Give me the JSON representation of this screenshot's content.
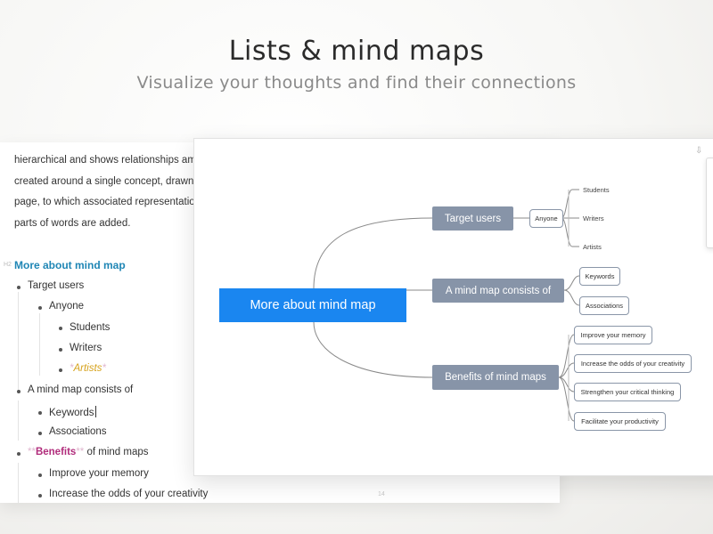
{
  "hero": {
    "title": "Lists & mind maps",
    "subtitle": "Visualize your thoughts and find their connections"
  },
  "editor": {
    "paragraph": [
      "hierarchical and shows relationships amor",
      "created around a single concept, drawn as",
      "page, to which associated representations",
      "parts of words are added."
    ],
    "heading_marker": "H2",
    "heading": "More about mind map",
    "outline": {
      "target_users": "Target users",
      "anyone": "Anyone",
      "students": "Students",
      "writers": "Writers",
      "artists_marker": "*",
      "artists": "Artists",
      "consists": "A mind map consists of",
      "keywords": "Keywords",
      "associations": "Associations",
      "bold_marker": "**",
      "benefits": "Benefits",
      "benefits_rest": " of mind maps",
      "improve": "Improve your memory",
      "increase": "Increase the odds of your creativity"
    },
    "page_number": "14"
  },
  "mindmap": {
    "export_icon": "download-icon",
    "root": "More about mind map",
    "branches": {
      "target_users": "Target users",
      "consists": "A mind map consists of",
      "benefits": "Benefits of mind maps"
    },
    "anyone": "Anyone",
    "users": [
      "Students",
      "Writers",
      "Artists"
    ],
    "components": [
      "Keywords",
      "Associations"
    ],
    "benefits": [
      "Improve your memory",
      "Increase the odds of your creativity",
      "Strengthen your critical thinking",
      "Facilitate your productivity"
    ]
  },
  "colors": {
    "root": "#1a86f0",
    "branch": "#8794a8",
    "heading": "#1f86b5",
    "artists": "#d6a21c",
    "benefits": "#b12d7c"
  }
}
